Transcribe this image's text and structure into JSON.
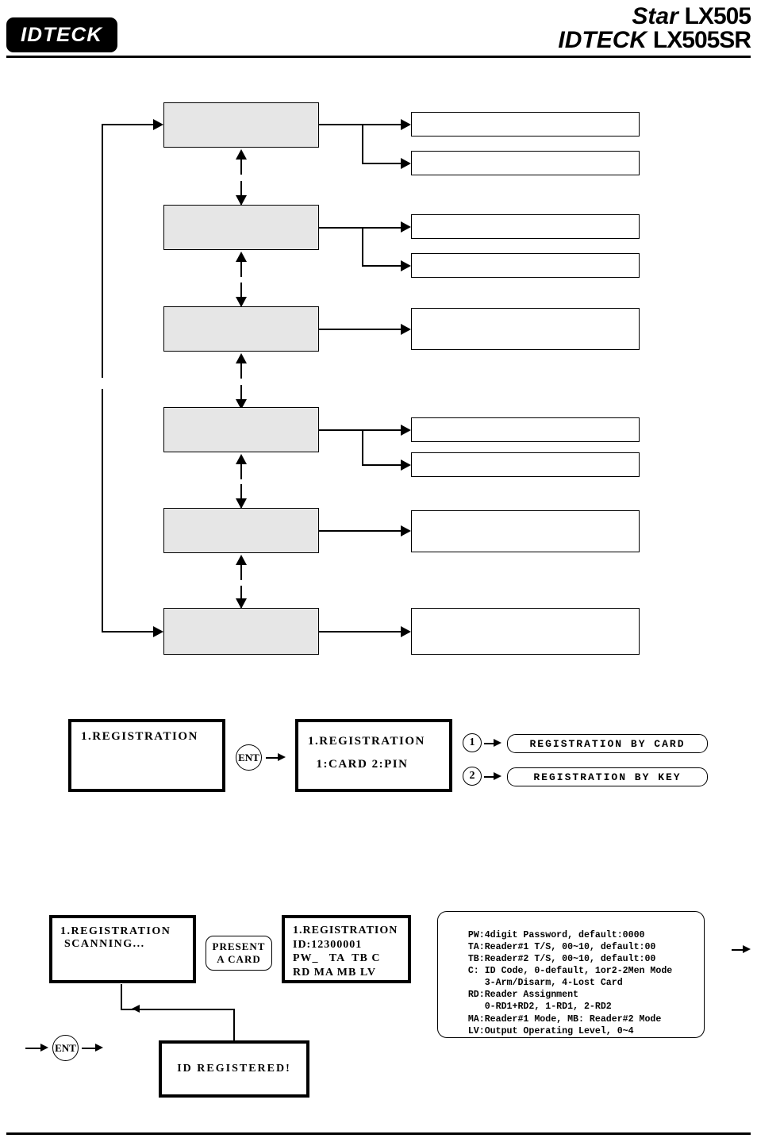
{
  "header": {
    "logo_text": "IDTECK",
    "model_line1_brand": "Star",
    "model_line1_number": "LX505",
    "model_line2_brand": "IDTECK",
    "model_line2_number": "LX505SR"
  },
  "menu_flow": {
    "description": "Menu navigation flowchart with six empty gray menu boxes on the left and nine empty white sub-option boxes on the right",
    "menu_boxes": [
      {
        "label": "",
        "sub_count": 2
      },
      {
        "label": "",
        "sub_count": 2
      },
      {
        "label": "",
        "sub_count": 1
      },
      {
        "label": "",
        "sub_count": 2
      },
      {
        "label": "",
        "sub_count": 1
      },
      {
        "label": "",
        "sub_count": 1
      }
    ]
  },
  "registration_flow": {
    "screen1": {
      "line1": "1.REGISTRATION",
      "line2": ""
    },
    "ent_key_label": "ENT",
    "screen2": {
      "line1": "1.REGISTRATION",
      "line2": "  1:CARD 2:PIN"
    },
    "options": [
      {
        "number": "1",
        "label": "REGISTRATION BY CARD"
      },
      {
        "number": "2",
        "label": "REGISTRATION BY KEY"
      }
    ]
  },
  "card_registration_flow": {
    "scanning_screen": {
      "line1": "1.REGISTRATION",
      "line2": " SCANNING..."
    },
    "present_card_label_line1": "PRESENT",
    "present_card_label_line2": "A CARD",
    "detail_screen": {
      "line1": "1.REGISTRATION",
      "line2": "ID:12300001",
      "line3": "PW_   TA  TB C",
      "line4": "RD MA MB LV"
    },
    "ent_key_label": "ENT",
    "registered_screen": {
      "line1": "ID REGISTERED!"
    },
    "legend": [
      "PW:4digit Password, default:0000",
      "TA:Reader#1 T/S, 00~10, default:00",
      "TB:Reader#2 T/S, 00~10, default:00",
      "C: ID Code, 0-default, 1or2-2Men Mode",
      "   3-Arm/Disarm, 4-Lost Card",
      "RD:Reader Assignment",
      "   0-RD1+RD2, 1-RD1, 2-RD2",
      "MA:Reader#1 Mode, MB: Reader#2 Mode",
      "LV:Output Operating Level, 0~4"
    ]
  },
  "colors": {
    "menu_box_fill": "#e6e6e6",
    "stroke": "#000000",
    "page_background": "#ffffff"
  }
}
